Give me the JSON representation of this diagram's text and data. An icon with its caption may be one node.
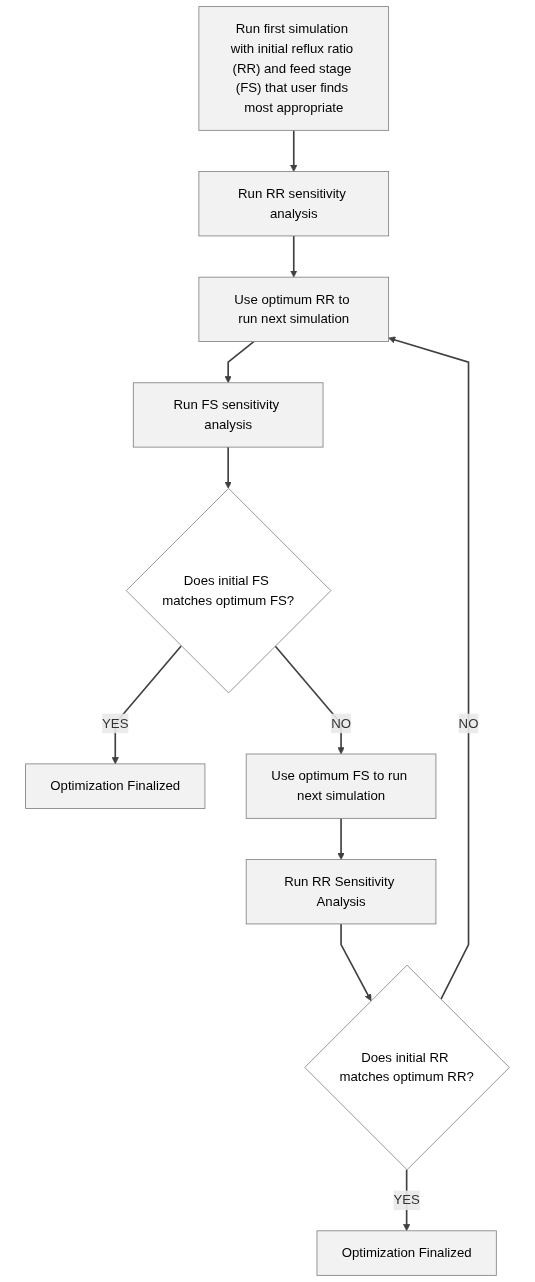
{
  "diagram": {
    "nodes": [
      {
        "text": [
          "Run first simulation with initial reflux ratio (RR) and feed stage (FS) that user finds most appropriate"
        ]
      },
      {
        "text": [
          "Run RR sensitivity analysis"
        ]
      },
      {
        "text": [
          "Use optimum RR to run next simulation"
        ]
      },
      {
        "text": [
          "Run FS sensitivity analysis"
        ]
      },
      {
        "text": [
          "Does initial FS matches optimum FS?"
        ]
      },
      {
        "text": [
          "Optimization Finalized"
        ]
      },
      {
        "text": [
          "Use optimum FS to run next simulation"
        ]
      },
      {
        "text": [
          "Run RR Sensitivity Analysis"
        ]
      },
      {
        "text": [
          "Does initial RR matches optimum RR?"
        ]
      },
      {
        "text": [
          "Optimization Finalized"
        ]
      }
    ],
    "edges": [
      {
        "from": 0,
        "to": 1,
        "arrow": "to"
      },
      {
        "from": 1,
        "to": 2,
        "arrow": "to"
      },
      {
        "from": 2,
        "to": 3,
        "arrow": "to"
      },
      {
        "from": 3,
        "to": 4,
        "arrow": "to"
      },
      {
        "from": 4,
        "to": 5,
        "arrow": "to",
        "label": "YES"
      },
      {
        "from": 4,
        "to": 6,
        "arrow": "to",
        "label": "NO"
      },
      {
        "from": 6,
        "to": 7,
        "arrow": "to"
      },
      {
        "from": 7,
        "to": 8,
        "arrow": "to"
      },
      {
        "from": 8,
        "to": 9,
        "arrow": "to",
        "label": "YES"
      },
      {
        "from": 8,
        "to": 2,
        "arrow": "to",
        "label": "NO"
      }
    ]
  }
}
